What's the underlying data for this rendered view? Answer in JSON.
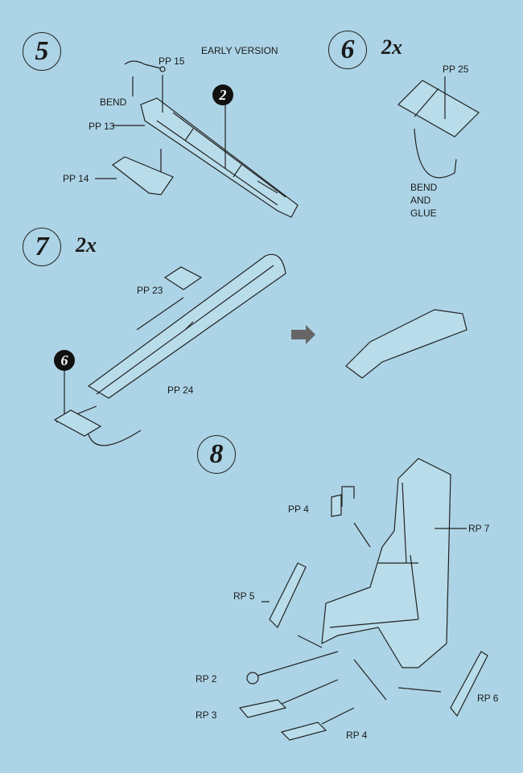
{
  "steps": [
    {
      "number": "5",
      "header": "EARLY VERSION",
      "ref": "2",
      "labels": {
        "pp15": "PP 15",
        "bend": "BEND",
        "pp13": "PP 13",
        "pp14": "PP 14"
      }
    },
    {
      "number": "6",
      "multiplier": "2x",
      "labels": {
        "pp25": "PP 25",
        "bend": "BEND",
        "and": "AND",
        "glue": "GLUE"
      }
    },
    {
      "number": "7",
      "multiplier": "2x",
      "ref": "6",
      "labels": {
        "pp23": "PP 23",
        "pp24": "PP 24"
      }
    },
    {
      "number": "8",
      "labels": {
        "pp4": "PP 4",
        "rp7": "RP 7",
        "rp5": "RP 5",
        "rp2": "RP 2",
        "rp3": "RP 3",
        "rp4": "RP 4",
        "rp6": "RP 6"
      }
    }
  ]
}
